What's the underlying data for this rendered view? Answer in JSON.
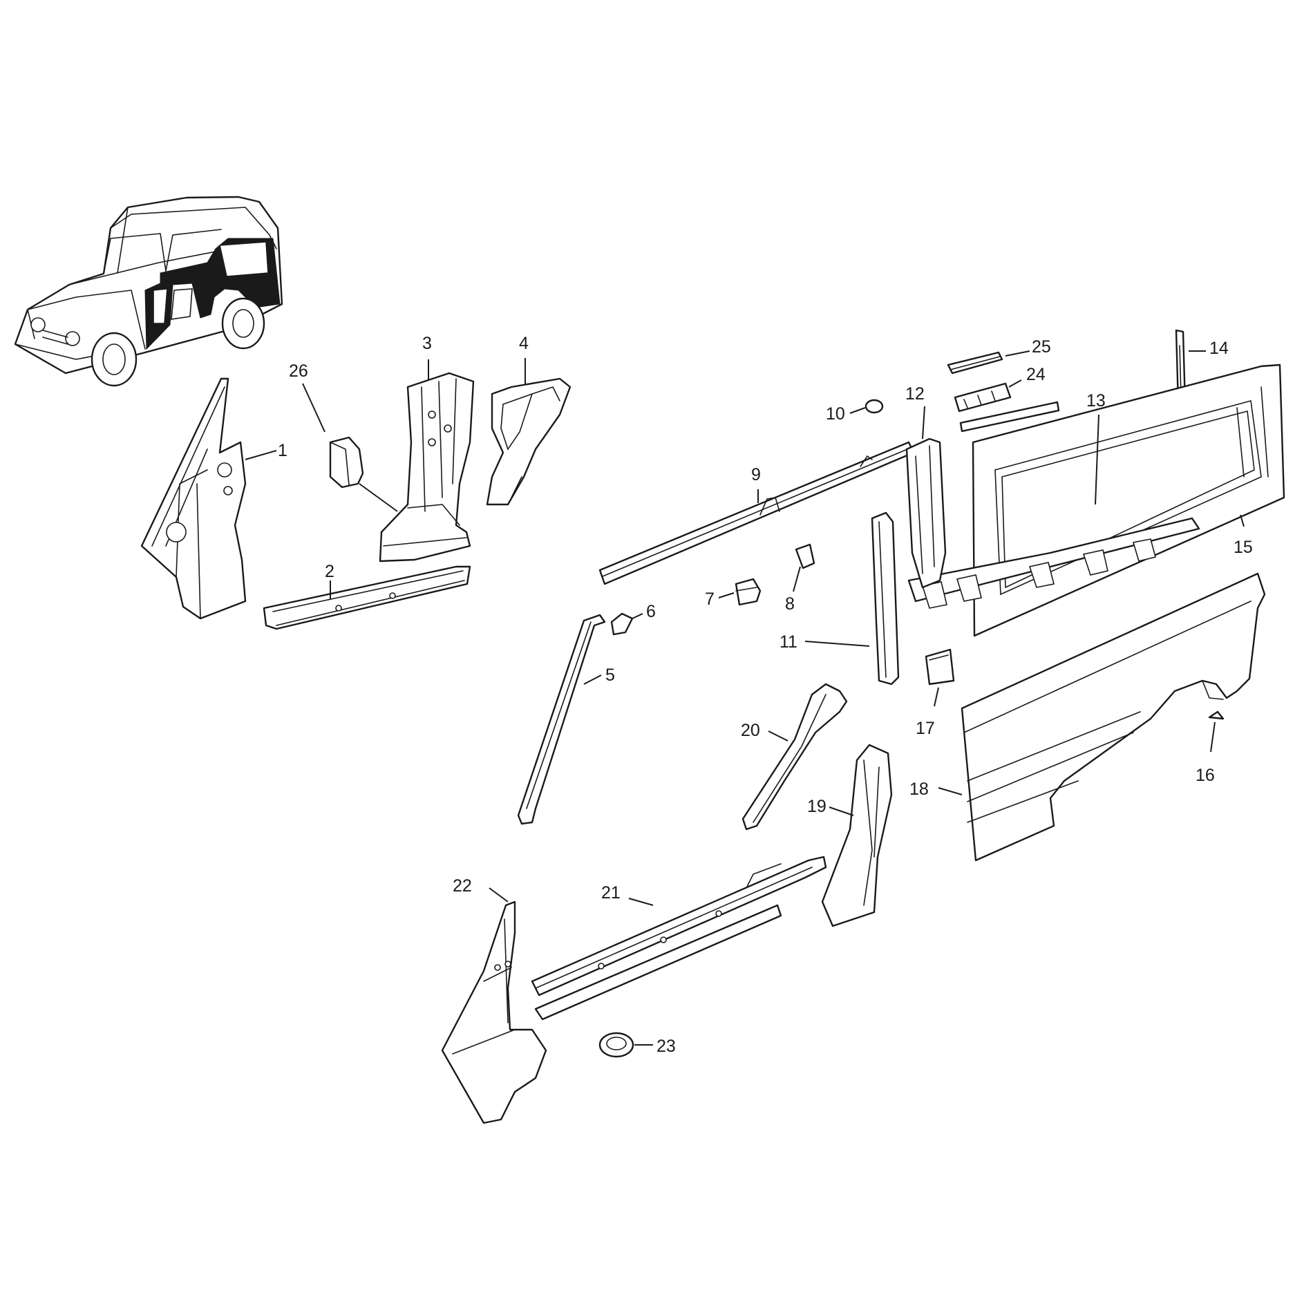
{
  "callouts": [
    {
      "id": "1",
      "label": "1"
    },
    {
      "id": "2",
      "label": "2"
    },
    {
      "id": "3",
      "label": "3"
    },
    {
      "id": "4",
      "label": "4"
    },
    {
      "id": "5",
      "label": "5"
    },
    {
      "id": "6",
      "label": "6"
    },
    {
      "id": "7",
      "label": "7"
    },
    {
      "id": "8",
      "label": "8"
    },
    {
      "id": "9",
      "label": "9"
    },
    {
      "id": "10",
      "label": "10"
    },
    {
      "id": "11",
      "label": "11"
    },
    {
      "id": "12",
      "label": "12"
    },
    {
      "id": "13",
      "label": "13"
    },
    {
      "id": "14",
      "label": "14"
    },
    {
      "id": "15",
      "label": "15"
    },
    {
      "id": "16",
      "label": "16"
    },
    {
      "id": "17",
      "label": "17"
    },
    {
      "id": "18",
      "label": "18"
    },
    {
      "id": "19",
      "label": "19"
    },
    {
      "id": "20",
      "label": "20"
    },
    {
      "id": "21",
      "label": "21"
    },
    {
      "id": "22",
      "label": "22"
    },
    {
      "id": "23",
      "label": "23"
    },
    {
      "id": "24",
      "label": "24"
    },
    {
      "id": "25",
      "label": "25"
    },
    {
      "id": "26",
      "label": "26"
    }
  ],
  "colors": {
    "line": "#1a1a1a",
    "background": "#ffffff"
  }
}
